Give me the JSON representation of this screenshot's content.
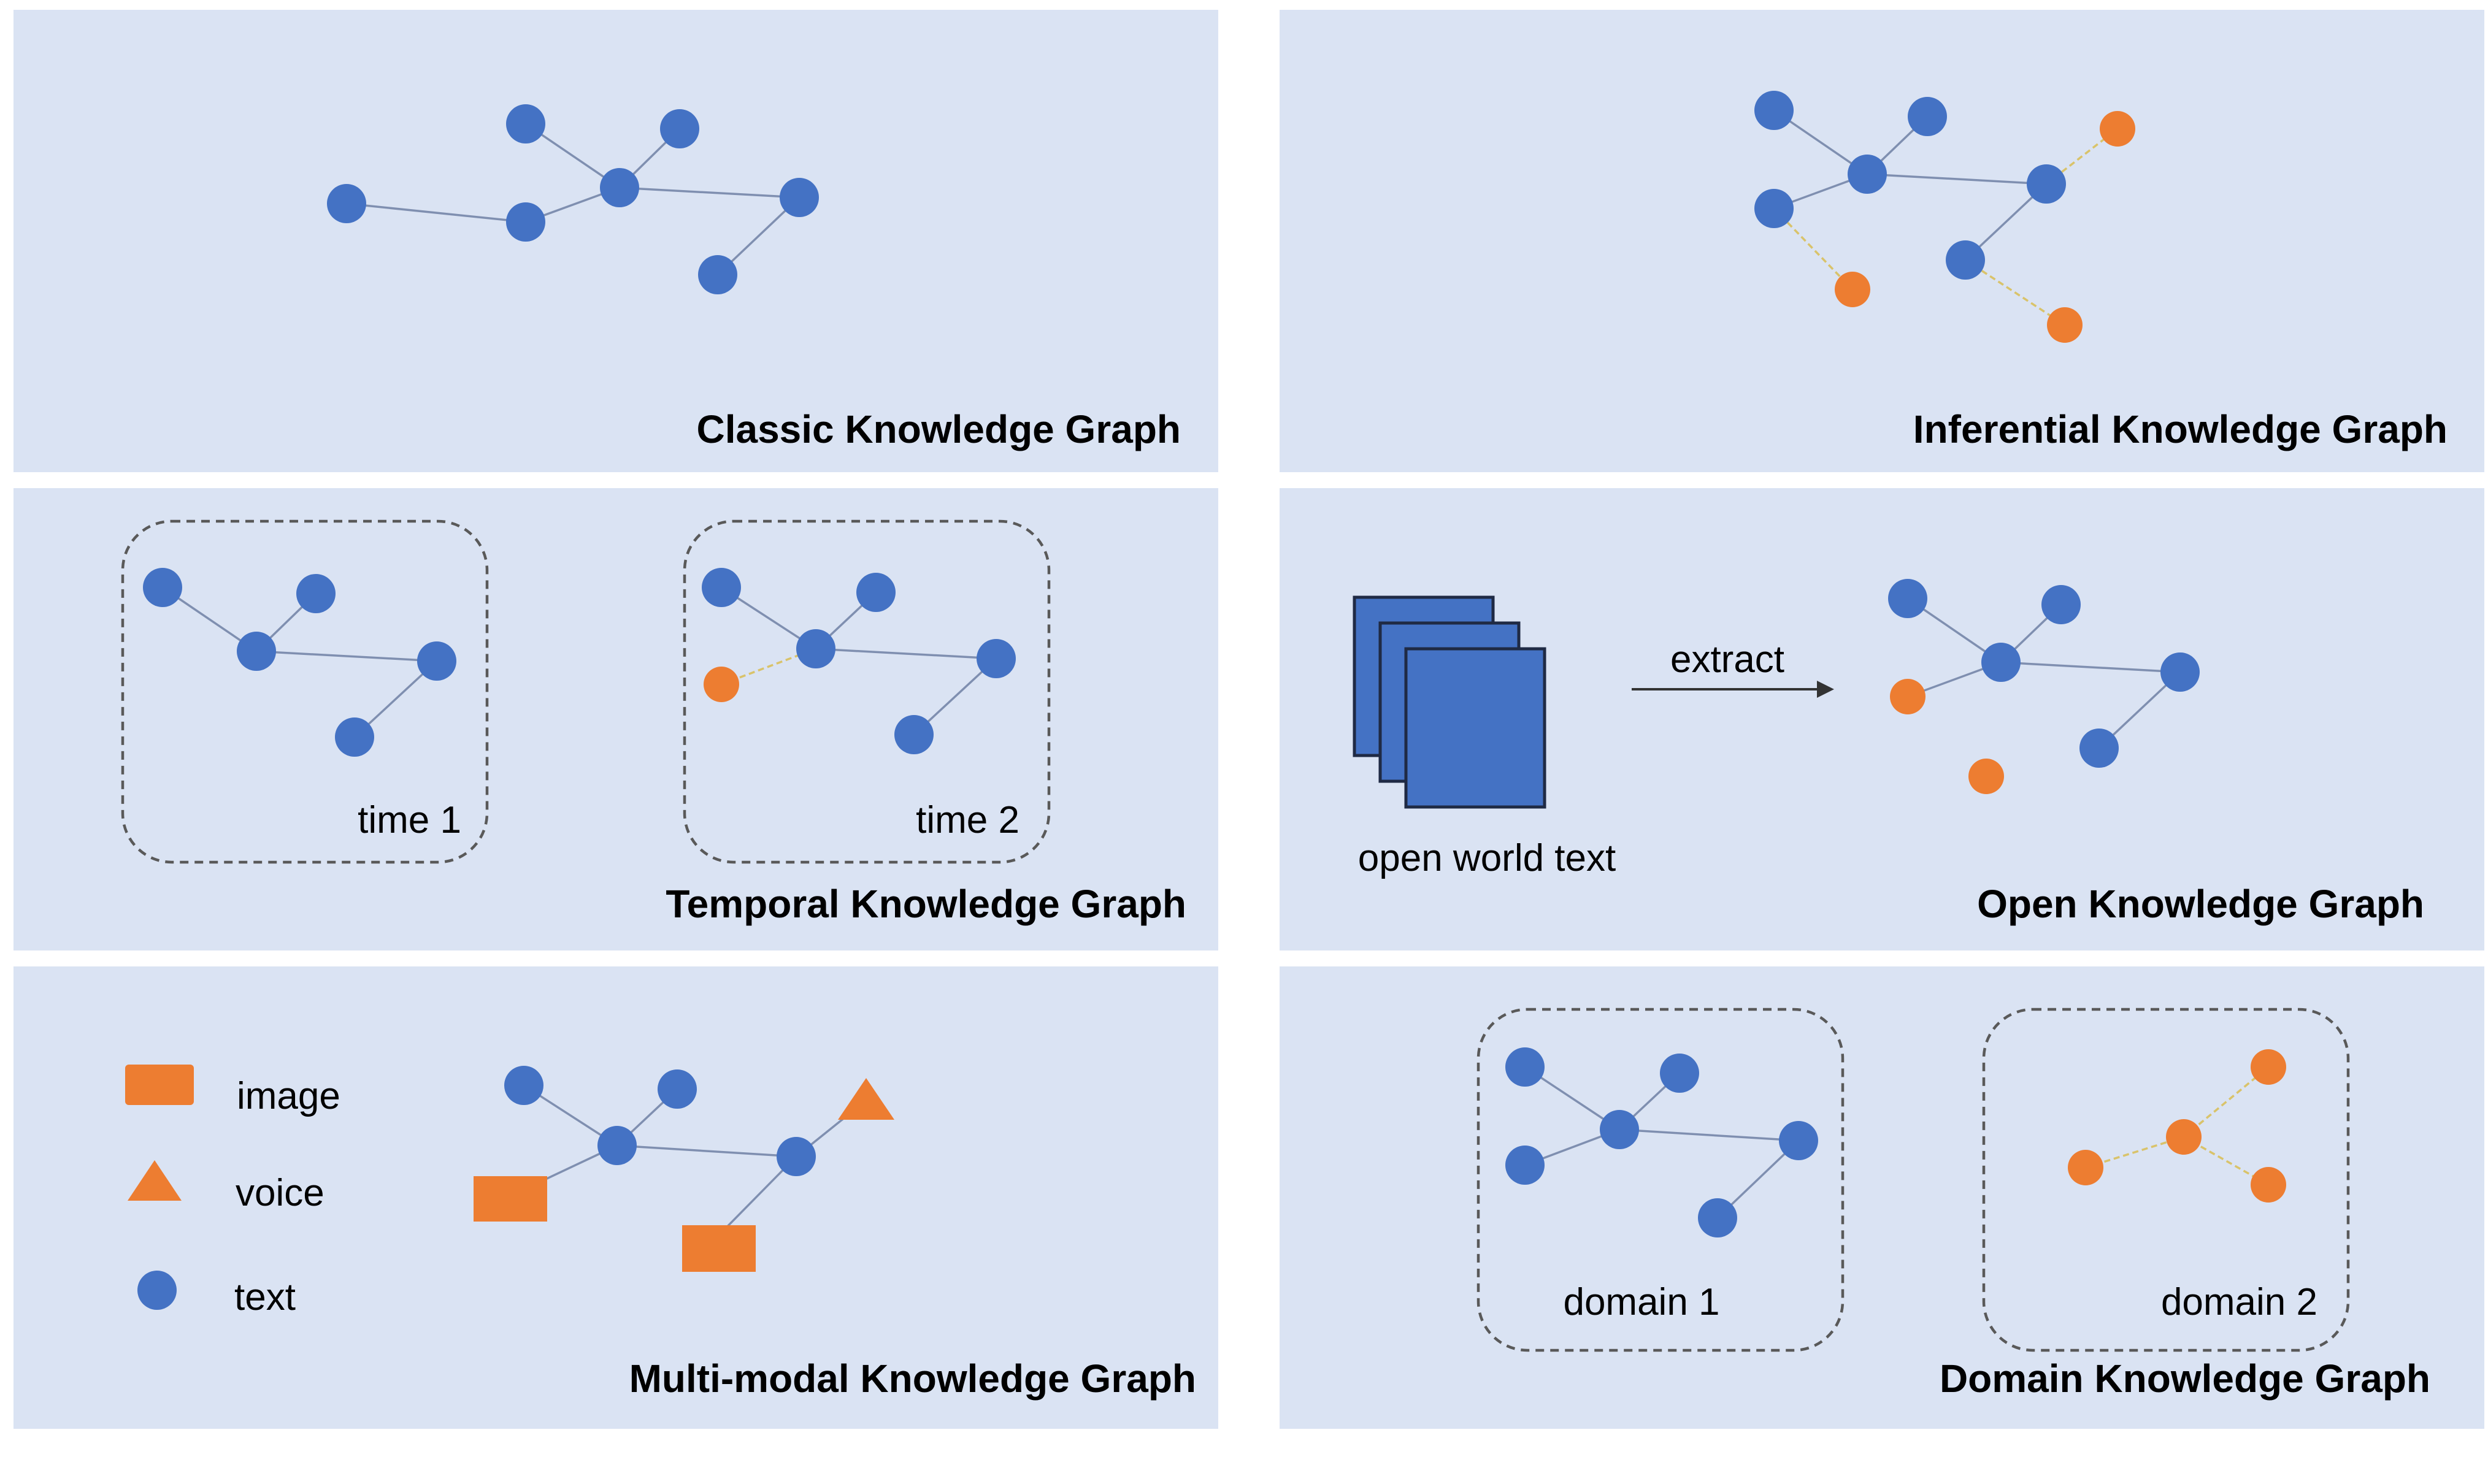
{
  "colors": {
    "panel": "#dae3f3",
    "node_blue": "#4472c4",
    "node_orange": "#ed7d31",
    "edge_blue": "#7f8fb0",
    "edge_orange": "#d9c36a",
    "dashed_border": "#595959",
    "doc_fill": "#4472c4",
    "doc_border": "#1f2a44"
  },
  "panels": [
    {
      "id": "classic",
      "title": "Classic  Knowledge Graph"
    },
    {
      "id": "inferential",
      "title": "Inferential  Knowledge Graph"
    },
    {
      "id": "temporal",
      "title": "Temporal  Knowledge Graph",
      "group_labels": [
        "time  1",
        "time  2"
      ]
    },
    {
      "id": "open",
      "title": "Open  Knowledge Graph",
      "doc_label": "open world text",
      "arrow_label": "extract"
    },
    {
      "id": "multimodal",
      "title": "Multi-modal  Knowledge Graph",
      "legend": [
        {
          "icon": "rectangle",
          "label": "image"
        },
        {
          "icon": "triangle",
          "label": "voice"
        },
        {
          "icon": "circle",
          "label": "text"
        }
      ]
    },
    {
      "id": "domain",
      "title": "Domain  Knowledge Graph",
      "group_labels": [
        "domain  1",
        "domain  2"
      ]
    }
  ]
}
